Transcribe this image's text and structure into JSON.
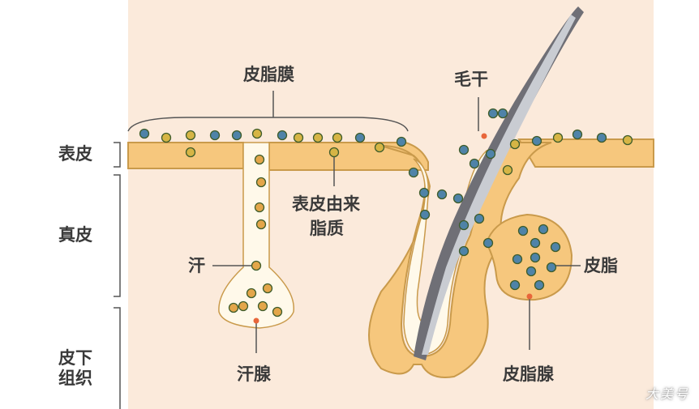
{
  "labels": {
    "sebum_film": "皮脂膜",
    "hair_shaft": "毛干",
    "epidermis": "表皮",
    "dermis": "真皮",
    "subcutaneous": "皮下\n组织",
    "epidermal_lipid_line1": "表皮由来",
    "epidermal_lipid_line2": "脂质",
    "sweat": "汗",
    "sebum": "皮脂",
    "sweat_gland": "汗腺",
    "sebaceous_gland": "皮脂腺"
  },
  "watermark": "大美号",
  "colors": {
    "background": "#fbeadb",
    "skin_layer": "#f6c77d",
    "layer_outline": "#c99a4b",
    "gland_lumen": "#fff9ea",
    "hair": "#6f6f76",
    "label": "#3a3a3a",
    "leader": "#555555",
    "lipid_dot": "#d6b545",
    "sebum_dot": "#4f83a8",
    "sweat_dot": "#e3a64a",
    "origin_dot": "#e8663a"
  }
}
